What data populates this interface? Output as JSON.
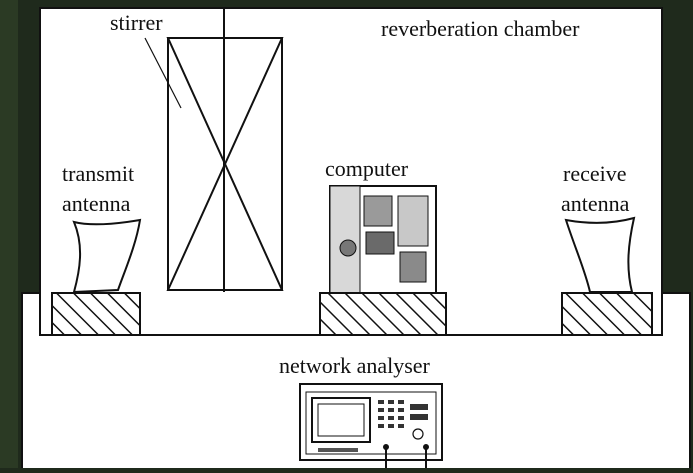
{
  "labels": {
    "stirrer": "stirrer",
    "chamber": "reverberation chamber",
    "transmit_1": "transmit",
    "transmit_2": "antenna",
    "computer": "computer",
    "receive_1": "receive",
    "receive_2": "antenna",
    "analyser": "network analyser"
  },
  "colors": {
    "backdrop": "#1f2a1c",
    "paper": "#ffffff",
    "ink": "#111111"
  }
}
